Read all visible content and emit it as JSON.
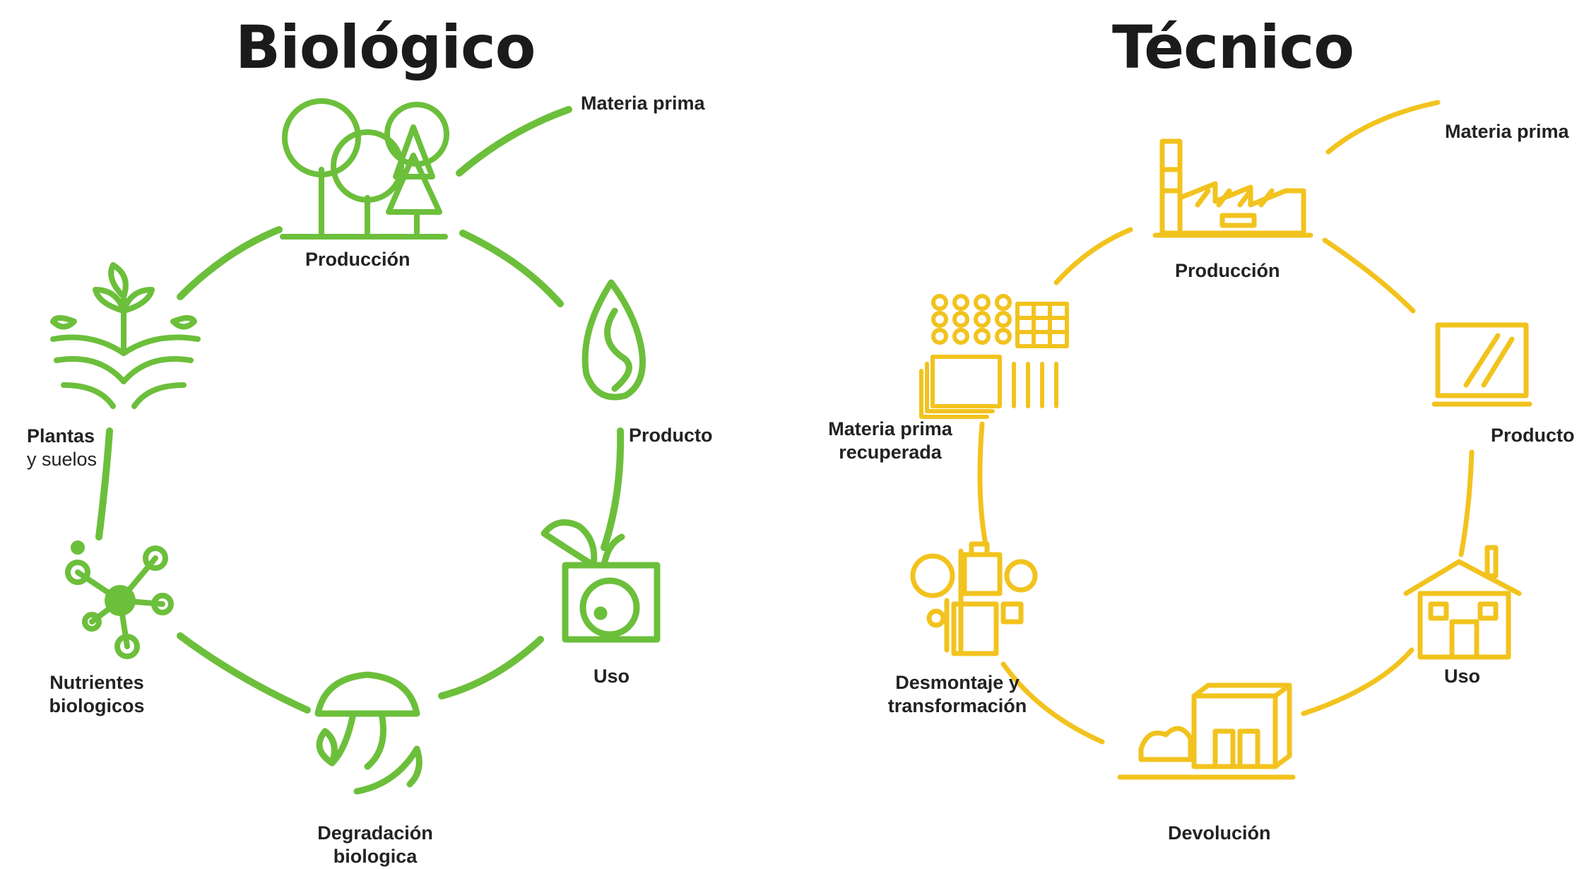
{
  "biologico": {
    "title": "Biológico",
    "color": "#6cbf3b",
    "labels": {
      "materia_prima": "Materia prima",
      "produccion": "Producción",
      "producto": "Producto",
      "uso": "Uso",
      "degradacion_line1": "Degradación",
      "degradacion_line2": "biologica",
      "nutrientes_line1": "Nutrientes",
      "nutrientes_line2": "biologicos",
      "plantas_line1": "Plantas",
      "plantas_line2": "y suelos"
    },
    "icons": [
      "trees-icon",
      "seed-icon",
      "apple-box-icon",
      "mushroom-icon",
      "molecule-icon",
      "sprout-icon"
    ]
  },
  "tecnico": {
    "title": "Técnico",
    "color": "#f2c31e",
    "labels": {
      "materia_prima": "Materia prima",
      "produccion": "Producción",
      "producto": "Producto",
      "uso": "Uso",
      "devolucion": "Devolución",
      "desmontaje_line1": "Desmontaje y",
      "desmontaje_line2": "transformación",
      "recuperada_line1": "Materia prima",
      "recuperada_line2": "recuperada"
    },
    "icons": [
      "factory-icon",
      "monitor-icon",
      "house-icon",
      "store-icon",
      "machinery-icon",
      "materials-icon"
    ]
  }
}
